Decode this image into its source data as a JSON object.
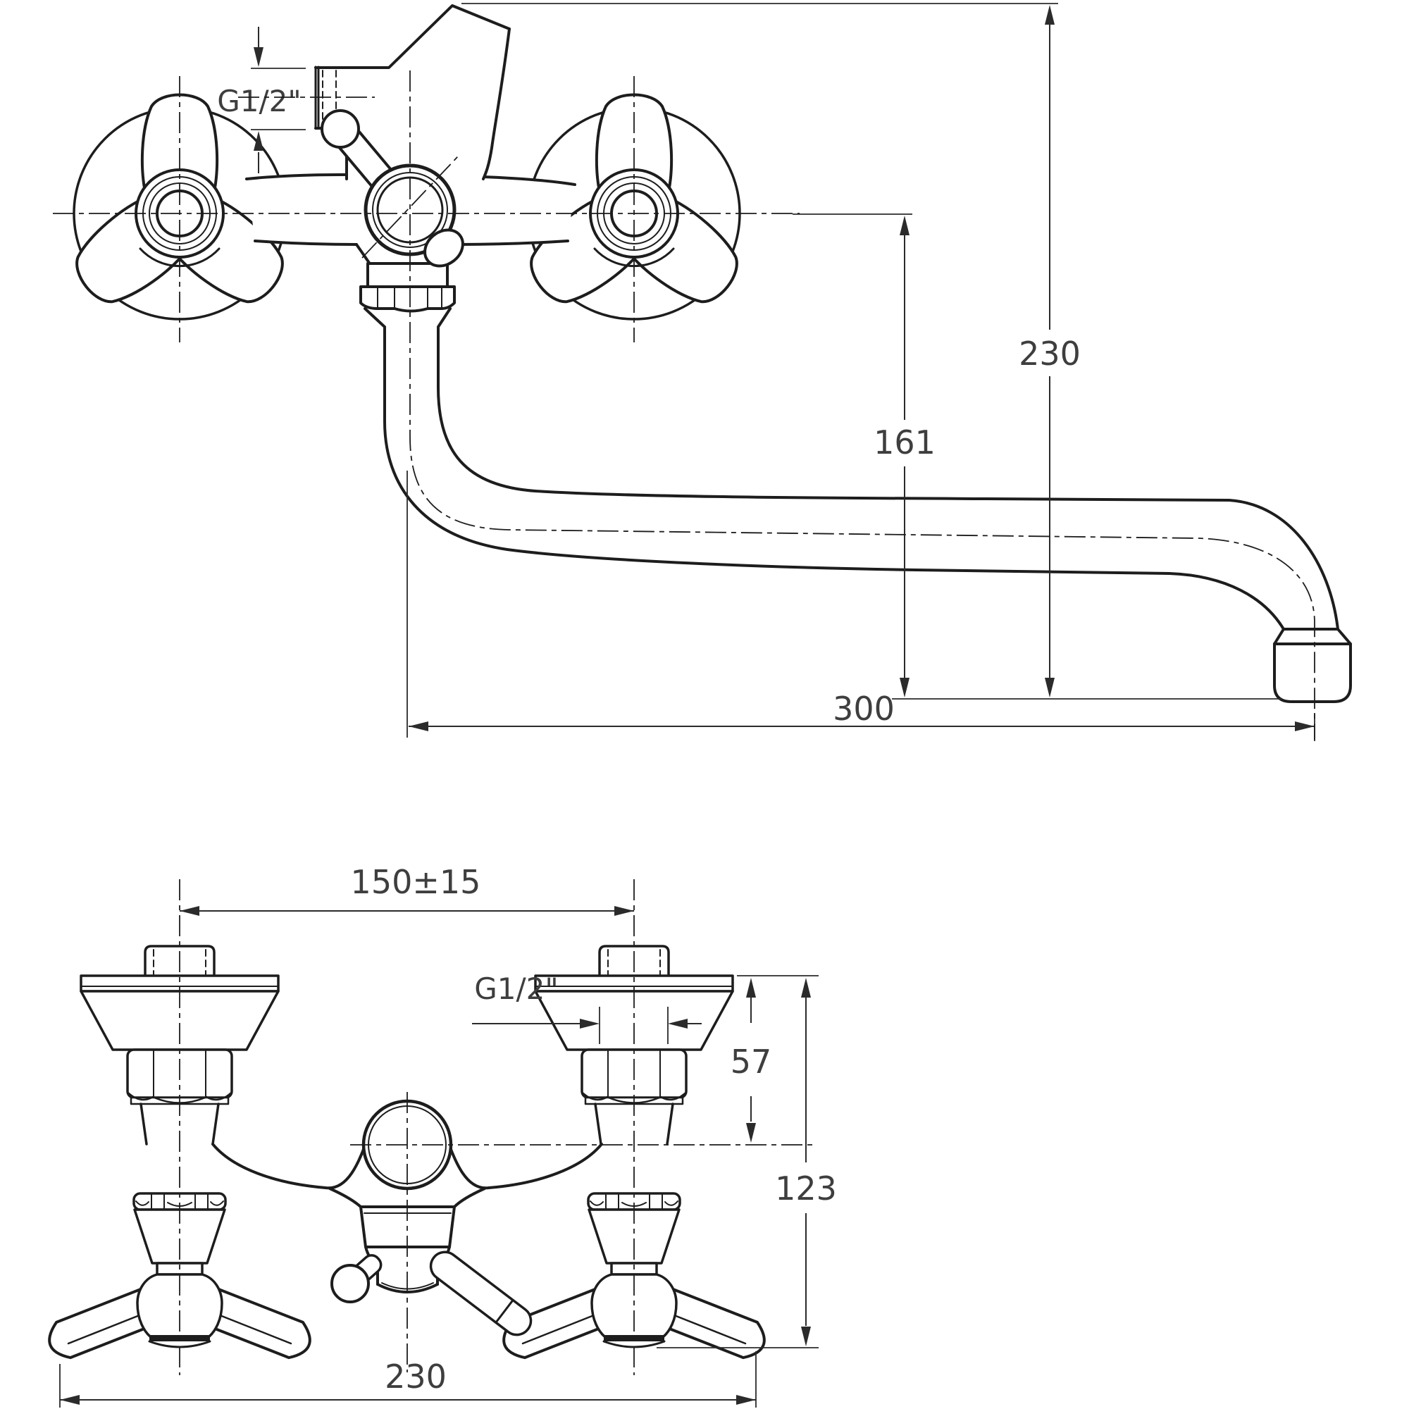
{
  "front_view": {
    "thread_label": "G1/2\"",
    "overall_height": "230",
    "mount_to_spout_drop": "161",
    "spout_reach": "300"
  },
  "plan_view": {
    "supply_spacing": "150±15",
    "thread_label": "G1/2\"",
    "wall_to_body_axis": "57",
    "wall_to_handle_front": "123",
    "overall_width": "230"
  },
  "colors": {
    "line": "#1d1d1d",
    "dim": "#2b2b2b",
    "text": "#3e3e3e",
    "background": "#ffffff"
  }
}
